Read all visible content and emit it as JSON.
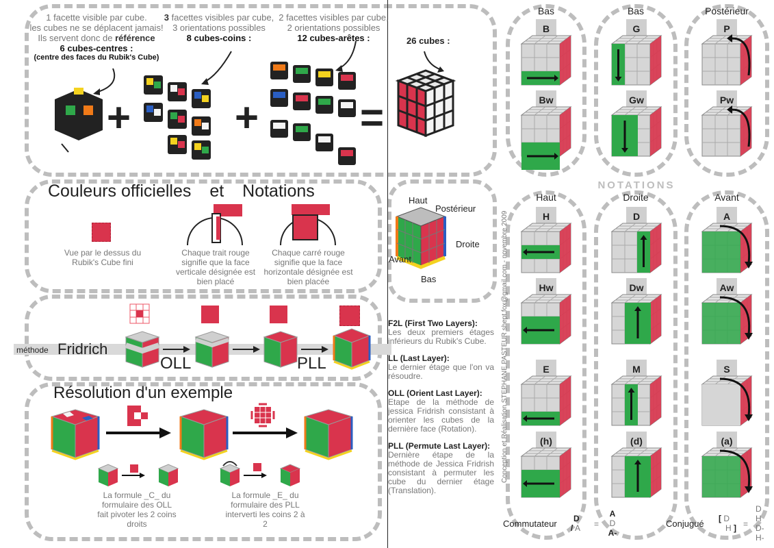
{
  "top": {
    "centers": {
      "l1": "1 facette visible par cube.",
      "l2": "les cubes ne se déplacent jamais!",
      "l3a": "Ils servent donc de ",
      "l3b": "référence",
      "title": "6  cubes-centres :",
      "sub": "(centre des faces du Rubik's Cube)"
    },
    "corners": {
      "l1a": "3",
      "l1b": " facettes visibles par cube,",
      "l2": "3 orientations possibles",
      "title": "8 cubes-coins :"
    },
    "edges": {
      "l1": "2 facettes visibles par cube,",
      "l2": "2 orientations possibles",
      "title": "12 cubes-arêtes :"
    },
    "total": "26 cubes :",
    "plus": "+",
    "equals": "="
  },
  "colors_section": {
    "title1": "Couleurs officielles",
    "title2": "et",
    "title3": "Notations",
    "cap1": "Vue par le dessus du Rubik's Cube fini",
    "cap2": "Chaque trait rouge signifie que la face verticale désignée est bien placé",
    "cap3": "Chaque carré rouge signifie que la face horizontale désignée est bien placée"
  },
  "faces": {
    "haut": "Haut",
    "posterieur": "Postérieur",
    "droite": "Droite",
    "avant": "Avant",
    "bas": "Bas"
  },
  "fridrich": {
    "prefix": "méthode",
    "name": "Fridrich",
    "oll": "OLL",
    "pll": "PLL"
  },
  "example": {
    "title": "Résolution d'un exemple",
    "cap1": "La formule _C_ du formulaire des OLL fait pivoter les 2 coins droits",
    "cap2": "La formule _E_ du formulaire des PLL interverti les coins 2 à 2"
  },
  "glossary": [
    {
      "term": "F2L (First Two Layers):",
      "desc": "Les deux premiers étages inférieurs du Rubik's Cube."
    },
    {
      "term": "LL (Last Layer):",
      "desc": "Le dernier étage que l'on va résoudre."
    },
    {
      "term": "OLL (Orient Last Layer):",
      "desc": "Etape de la méthode de jessica Fridrish consistant à orienter les cubes de la dernière face (Rotation)."
    },
    {
      "term": "PLL (Permute Last Layer):",
      "desc": "Dernière étape de la méthode de Jessica Fridrish consistant à permuter les cube du dernier étage (Translation)."
    }
  ],
  "credit": "Conception et Réalisation STEPHANE PASTEUR shept.fox@gmail.com - novembre 2009",
  "notations_title": "NOTATIONS",
  "groups": [
    {
      "header": "Bas",
      "moves": [
        "B",
        "Bw"
      ]
    },
    {
      "header": "Bas",
      "moves": [
        "G",
        "Gw"
      ]
    },
    {
      "header": "Postérieur",
      "moves": [
        "P",
        "Pw"
      ]
    },
    {
      "header": "Haut",
      "moves": [
        "H",
        "Hw",
        "E",
        "(h)"
      ]
    },
    {
      "header": "Droite",
      "moves": [
        "D",
        "Dw",
        "M",
        "(d)"
      ]
    },
    {
      "header": "Avant",
      "moves": [
        "A",
        "Aw",
        "S",
        "(a)"
      ]
    }
  ],
  "formulas": {
    "commutateur": "Commutateur",
    "c1": "D",
    "c2": "/",
    "c3": "A",
    "eq": "=",
    "cr": [
      "A",
      "D",
      "A-"
    ],
    "conjugue": "Conjugué",
    "j1": "[",
    "j2": "D",
    "j3": "H",
    "j4": "]",
    "jr": [
      "D",
      "H",
      "D-",
      "H-"
    ]
  },
  "colors": {
    "red": "#d9344d",
    "green": "#2fa84a",
    "blue": "#2a5ec2",
    "yellow": "#f4d21f",
    "orange": "#f07a18",
    "white": "#f4f4f4",
    "panel": "#bdbdbd"
  }
}
